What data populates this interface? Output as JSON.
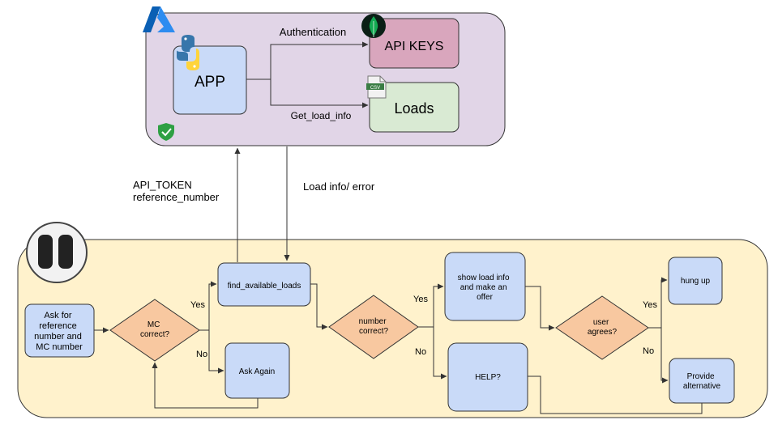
{
  "colors": {
    "cloud_fill": "#e1d5e7",
    "agent_fill": "#fff2cc",
    "process_fill": "#c9daf8",
    "decision_fill": "#f8c8a0",
    "api_keys_fill": "#d9a6bd",
    "loads_fill": "#d9ead3",
    "azure_blue": "#1f7ad6",
    "shield_green": "#2ea043",
    "mongo_green": "#13aa52",
    "python_blue": "#3776ab",
    "python_yellow": "#ffd43b",
    "stroke": "#333333"
  },
  "icons": {
    "azure": "azure-logo-icon",
    "python": "python-logo-icon",
    "mongodb": "mongodb-leaf-icon",
    "csv": "csv-file-icon",
    "shield": "shield-check-icon",
    "agent": "agent-logo-icon"
  },
  "cloud": {
    "app": "APP",
    "api_keys": "API KEYS",
    "loads": "Loads",
    "authentication": "Authentication",
    "get_load_info": "Get_load_info",
    "csv_badge": "CSV"
  },
  "links": {
    "request_line1": "API_TOKEN",
    "request_line2": "reference_number",
    "response": "Load info/ error"
  },
  "flow": {
    "ask": [
      "Ask for",
      "reference",
      "number and",
      "MC number"
    ],
    "mc_correct": [
      "MC",
      "correct?"
    ],
    "find_loads": "find_available_loads",
    "ask_again": "Ask Again",
    "number_correct": [
      "number",
      "correct?"
    ],
    "show_load": [
      "show load info",
      "and make an",
      "offer"
    ],
    "help": "HELP?",
    "user_agrees": [
      "user",
      "agrees?"
    ],
    "hung_up": "hung up",
    "alternative": [
      "Provide",
      "alternative"
    ],
    "yes": "Yes",
    "no": "No"
  }
}
